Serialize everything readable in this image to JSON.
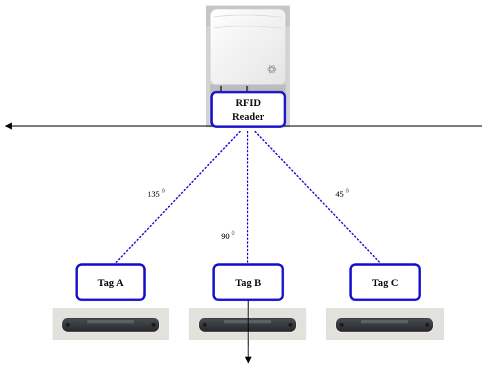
{
  "reader": {
    "label_line1": "RFID",
    "label_line2": "Reader",
    "photo_icon": "rfid-reader-device-icon"
  },
  "tags": [
    {
      "label": "Tag A",
      "angle_value": "135",
      "angle_sup": "0"
    },
    {
      "label": "Tag B",
      "angle_value": "90",
      "angle_sup": "0"
    },
    {
      "label": "Tag C",
      "angle_value": "45",
      "angle_sup": "0"
    }
  ],
  "tag_photo_icon": "rfid-tag-device-icon",
  "colors": {
    "box_border": "#1a14cc",
    "dotted_line": "#2a1fd6",
    "axis": "#000000"
  }
}
